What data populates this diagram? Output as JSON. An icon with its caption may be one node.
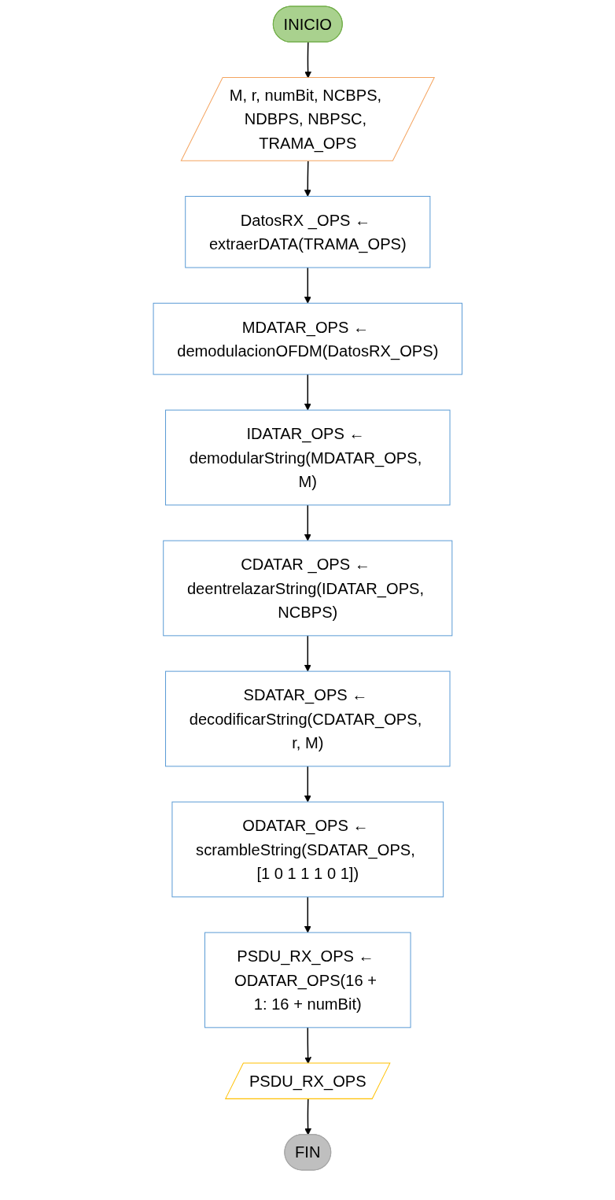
{
  "diagram": {
    "nodes": [
      {
        "text": [
          "INICIO"
        ]
      },
      {
        "text": [
          "M, r, numBit, NCBPS, NDBPS, NBPSC, TRAMA_OPS"
        ]
      },
      {
        "text": [
          "DatosRX _OPS ← extraerDATA(TRAMA_OPS)"
        ]
      },
      {
        "text": [
          "MDATAR_OPS ← demodulacionOFDM(DatosRX_OPS)"
        ]
      },
      {
        "text": [
          "IDATAR_OPS ← demodularString(MDATAR_OPS, M)"
        ]
      },
      {
        "text": [
          "CDATAR _OPS ← deentrelazarString(IDATAR_OPS, NCBPS)"
        ]
      },
      {
        "text": [
          "SDATAR_OPS ← decodificarString(CDATAR_OPS, r, M)"
        ]
      },
      {
        "text": [
          "ODATAR_OPS ← scrambleString(SDATAR_OPS, [1 0 1 1 1 0 1])"
        ]
      },
      {
        "text": [
          "PSDU_RX_OPS ← ODATAR_OPS(16 + 1: 16 + numBit)"
        ]
      },
      {
        "text": [
          "PSDU_RX_OPS"
        ]
      },
      {
        "text": [
          "FIN"
        ]
      }
    ],
    "edges": [
      {
        "from": 0,
        "to": 1,
        "arrow": "to"
      },
      {
        "from": 1,
        "to": 2,
        "arrow": "to"
      },
      {
        "from": 2,
        "to": 3,
        "arrow": "to"
      },
      {
        "from": 3,
        "to": 4,
        "arrow": "to"
      },
      {
        "from": 4,
        "to": 5,
        "arrow": "to"
      },
      {
        "from": 5,
        "to": 6,
        "arrow": "to"
      },
      {
        "from": 6,
        "to": 7,
        "arrow": "to"
      },
      {
        "from": 7,
        "to": 8,
        "arrow": "to"
      },
      {
        "from": 8,
        "to": 9,
        "arrow": "to"
      },
      {
        "from": 9,
        "to": 10,
        "arrow": "to"
      }
    ]
  }
}
